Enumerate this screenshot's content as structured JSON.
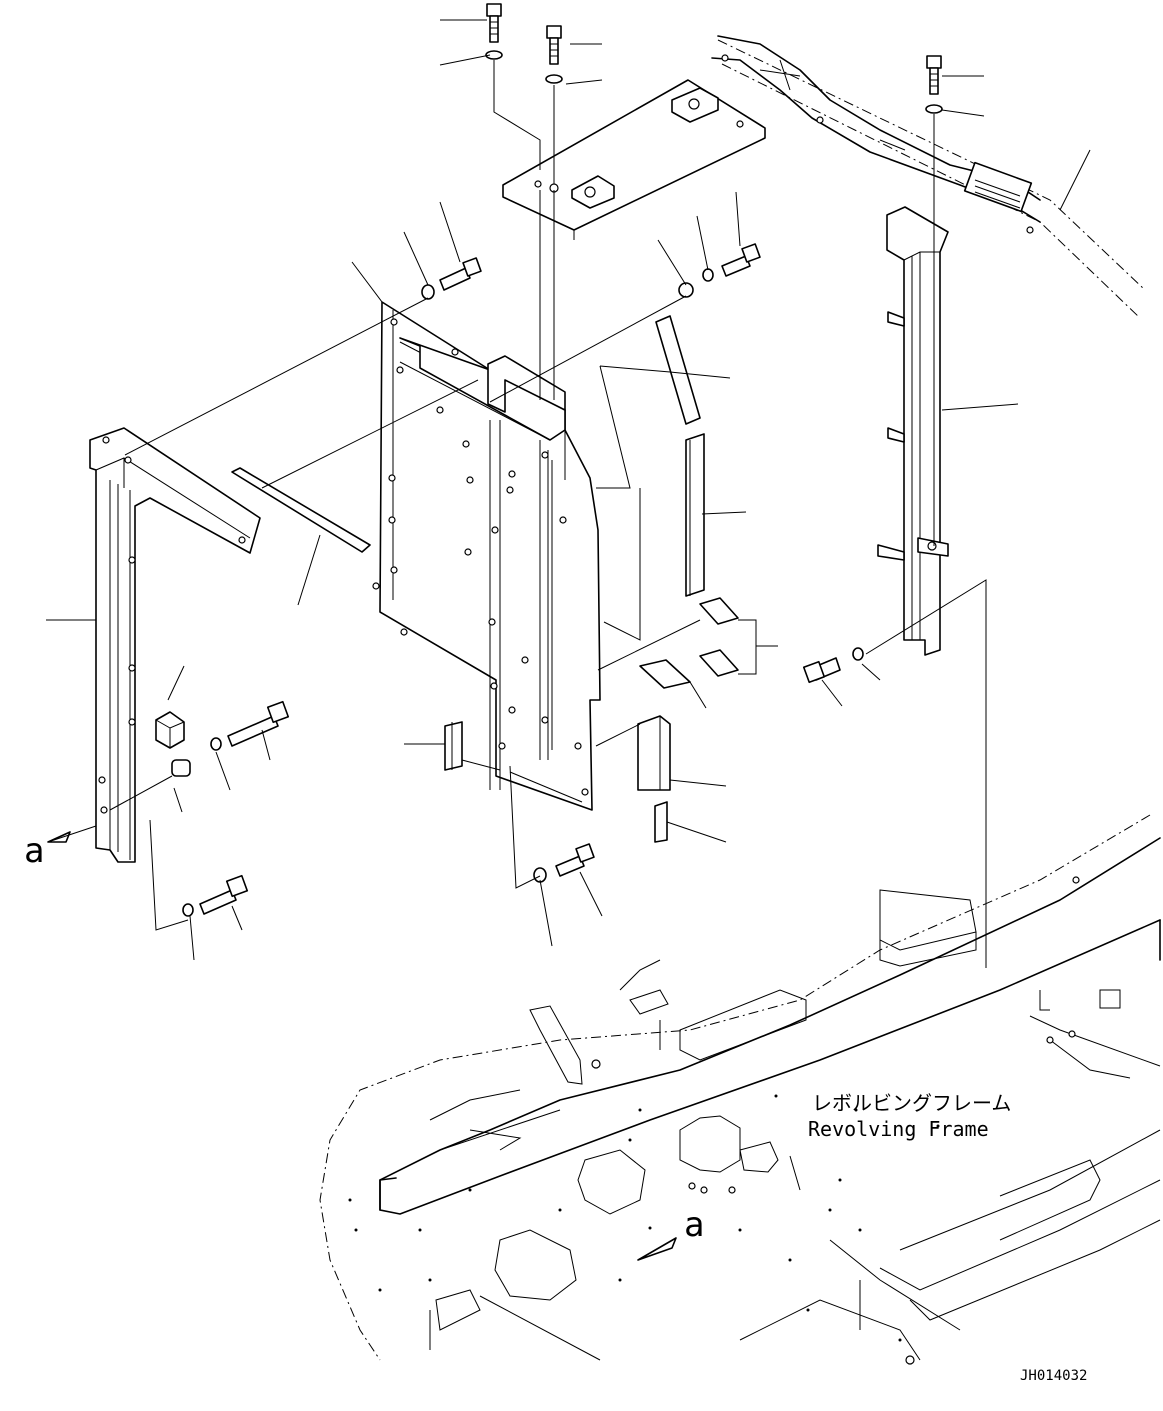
{
  "labels": {
    "frame_jp": "レボルビングフレーム",
    "frame_en": "Revolving Frame",
    "view_marker_left": "a",
    "view_marker_right": "a",
    "drawing_code": "JH014032"
  },
  "colors": {
    "ink": "#000000",
    "paper": "#ffffff"
  }
}
